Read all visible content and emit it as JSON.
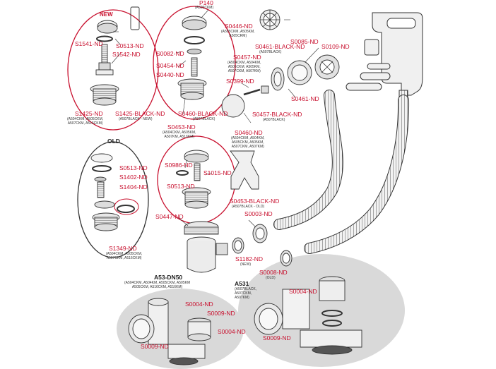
{
  "colors": {
    "accent": "#c8102e",
    "line": "#333333",
    "fill": "#e6e6e6",
    "group_bg": "#d9d9d9"
  },
  "badges": {
    "new": "NEW",
    "old": "OLD"
  },
  "groups": {
    "p140": {
      "title": "P140",
      "models": "(A505CKM)"
    },
    "a53": {
      "title": "A53-DN50",
      "models": "(A504CKM, A504KM, A505CKM, A505KM\nA505CKM, A516CKM, A516KM)"
    },
    "a531": {
      "title": "A531",
      "models": "(A507BLACK,\nA507CKM,\nA507KM)"
    }
  },
  "parts": {
    "s1541": {
      "code": "S1541-ND"
    },
    "s0513_top": {
      "code": "S0513-ND"
    },
    "s1542": {
      "code": "S1542-ND"
    },
    "s1425": {
      "code": "S1425-ND",
      "models": "(A504CKM, A505CKM,\nA507CKM, A516CKM)"
    },
    "s1425_black": {
      "code": "S1425-BLACK-ND",
      "models": "(A507BLACK - NEW)"
    },
    "s0082": {
      "code": "S0082-ND"
    },
    "s0454": {
      "code": "S0454-ND"
    },
    "s0440": {
      "code": "S0440-ND"
    },
    "s0446": {
      "code": "S0446-ND",
      "models": "(A505CKM, A505KM,\nA505CRM)"
    },
    "s0461_black": {
      "code": "S0461-BLACK-ND",
      "models": "(A507BLACK)"
    },
    "s0085": {
      "code": "S0085-ND"
    },
    "s0109": {
      "code": "S0109-ND"
    },
    "s0457": {
      "code": "S0457-ND",
      "models": "(A504CKM, A504KM,\nA505CKM, A505KM,\nA507CKM, A507KM)"
    },
    "s0399": {
      "code": "S0399-ND"
    },
    "s0461": {
      "code": "S0461-ND"
    },
    "s0460_black": {
      "code": "S0460-BLACK-ND",
      "models": "(A507BLACK)"
    },
    "s0457_black": {
      "code": "S0457-BLACK-ND",
      "models": "(A507BLACK)"
    },
    "s0460": {
      "code": "S0460-ND",
      "models": "(A504CKM, A504KM,\nA505CKM, A505KM,\nA507CKM, A507KM)"
    },
    "s0453": {
      "code": "S0453-ND",
      "models": "(A504CKM, A505KM,\nA507KM, A516KM)"
    },
    "s0986": {
      "code": "S0986-ND"
    },
    "s1015": {
      "code": "S1015-ND"
    },
    "s0513_mid": {
      "code": "S0513-ND"
    },
    "s0453_black": {
      "code": "S0453-BLACK-ND",
      "models": "(A507BLACK - OLD)"
    },
    "s0513_old": {
      "code": "S0513-ND"
    },
    "s1402": {
      "code": "S1402-ND"
    },
    "s1404": {
      "code": "S1404-ND"
    },
    "s1349": {
      "code": "S1349-ND",
      "models": "(A504CKM, A505CKM,\nA507CKM, A516CKM)"
    },
    "s0447": {
      "code": "S0447-ND"
    },
    "s0003": {
      "code": "S0003-ND"
    },
    "s1182": {
      "code": "S1182-ND",
      "models": "(NEW)"
    },
    "s0008": {
      "code": "S0008-ND",
      "models": "(OLD)"
    },
    "s0004_a53_top": {
      "code": "S0004-ND"
    },
    "s0009_a53_top": {
      "code": "S0009-ND"
    },
    "s0004_a53_bot": {
      "code": "S0004-ND"
    },
    "s0009_a53_bot": {
      "code": "S0009-ND"
    },
    "s0004_a531": {
      "code": "S0004-ND"
    },
    "s0009_a531": {
      "code": "S0009-ND"
    }
  }
}
